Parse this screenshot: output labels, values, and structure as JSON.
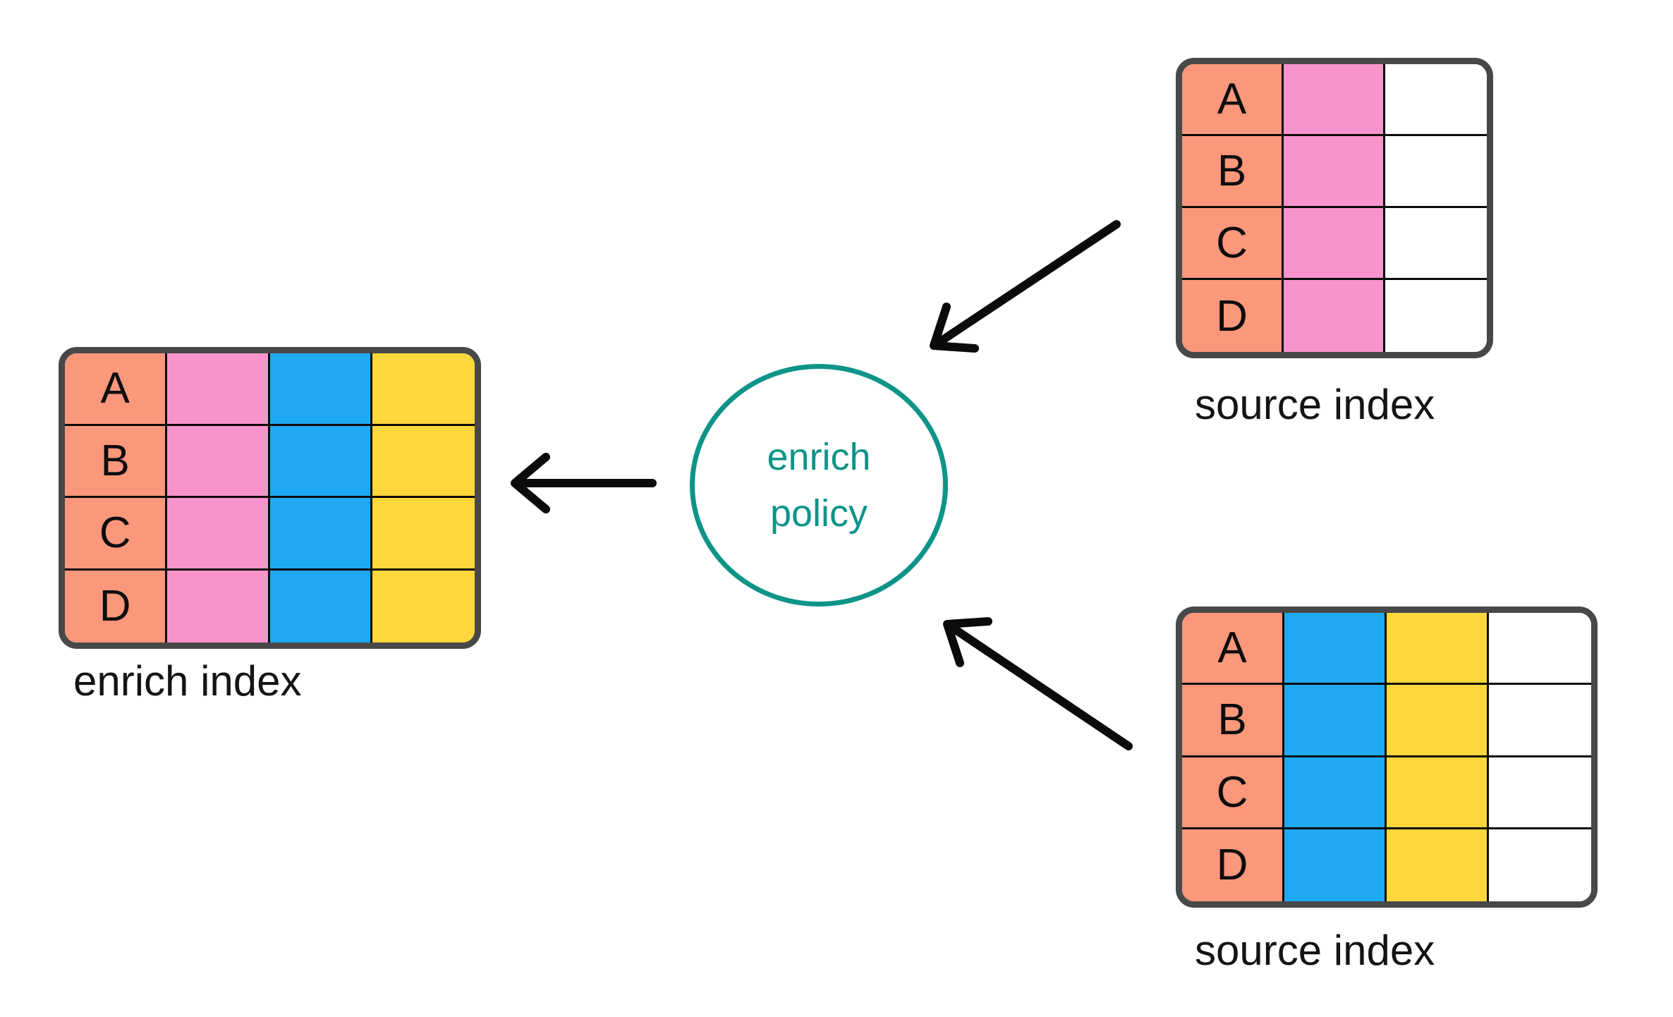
{
  "palette": {
    "salmon": "#fb977b",
    "pink": "#f794cb",
    "blue": "#1fa9f2",
    "yellow": "#fdd73c",
    "white": "#ffffff",
    "teal": "#0d9488",
    "table_border": "#484848",
    "line_black": "#0a0a0a"
  },
  "enrich_index": {
    "label": "enrich index",
    "rows": [
      "A",
      "B",
      "C",
      "D"
    ],
    "columns": [
      "salmon",
      "pink",
      "blue",
      "yellow"
    ]
  },
  "source_index_top": {
    "label": "source index",
    "rows": [
      "A",
      "B",
      "C",
      "D"
    ],
    "columns": [
      "salmon",
      "pink",
      "white"
    ]
  },
  "source_index_bottom": {
    "label": "source index",
    "rows": [
      "A",
      "B",
      "C",
      "D"
    ],
    "columns": [
      "salmon",
      "blue",
      "yellow",
      "white"
    ]
  },
  "policy": {
    "line1": "enrich",
    "line2": "policy"
  }
}
